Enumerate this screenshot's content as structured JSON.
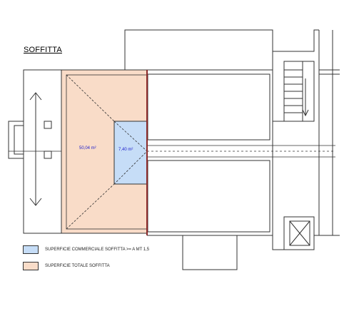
{
  "title": "SOFFITTA",
  "areas": {
    "total": "50,04 m²",
    "commercial": "7,40 m²"
  },
  "legend": [
    {
      "label": "SUPERFICIE COMMERCIALE  SOFFITTA >= A MT 1,5",
      "color": "#c6ddf7"
    },
    {
      "label": "SUPERFICIE TOTALE SOFFITTA",
      "color": "#f9dcc8"
    }
  ],
  "colors": {
    "wall": "#333333",
    "partition": "#8b2a2a",
    "label": "#2222cc"
  }
}
